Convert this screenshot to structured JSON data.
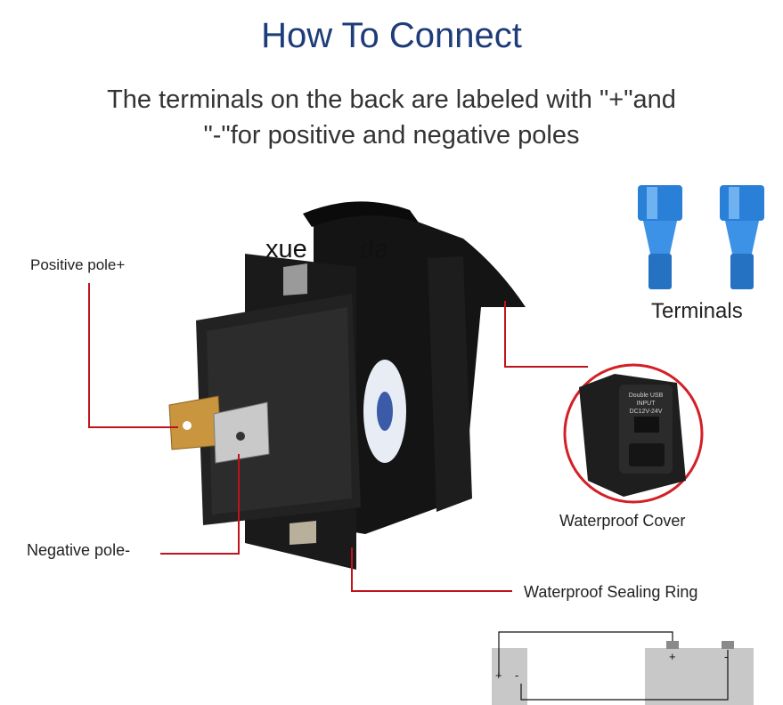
{
  "header": {
    "title": "How To Connect",
    "subtitle_line1": "The terminals on the back are labeled with \"+\"and",
    "subtitle_line2": "\"-\"for positive and negative poles"
  },
  "labels": {
    "positive_pole": "Positive pole+",
    "negative_pole": "Negative pole-",
    "terminals": "Terminals",
    "waterproof_cover": "Waterproof Cover",
    "waterproof_sealing_ring": "Waterproof Sealing Ring"
  },
  "watermark": {
    "part1": "xue",
    "part2": "da"
  },
  "cover_inset_text": {
    "line1": "Double USB",
    "line2": "INPUT",
    "line3": "DC12V-24V"
  },
  "diagram": {
    "plus": "+",
    "minus": "-"
  },
  "colors": {
    "title": "#1f3c7a",
    "leader": "#c0141c",
    "terminal": "#2a7fd6",
    "battery": "#c8c8c8"
  }
}
